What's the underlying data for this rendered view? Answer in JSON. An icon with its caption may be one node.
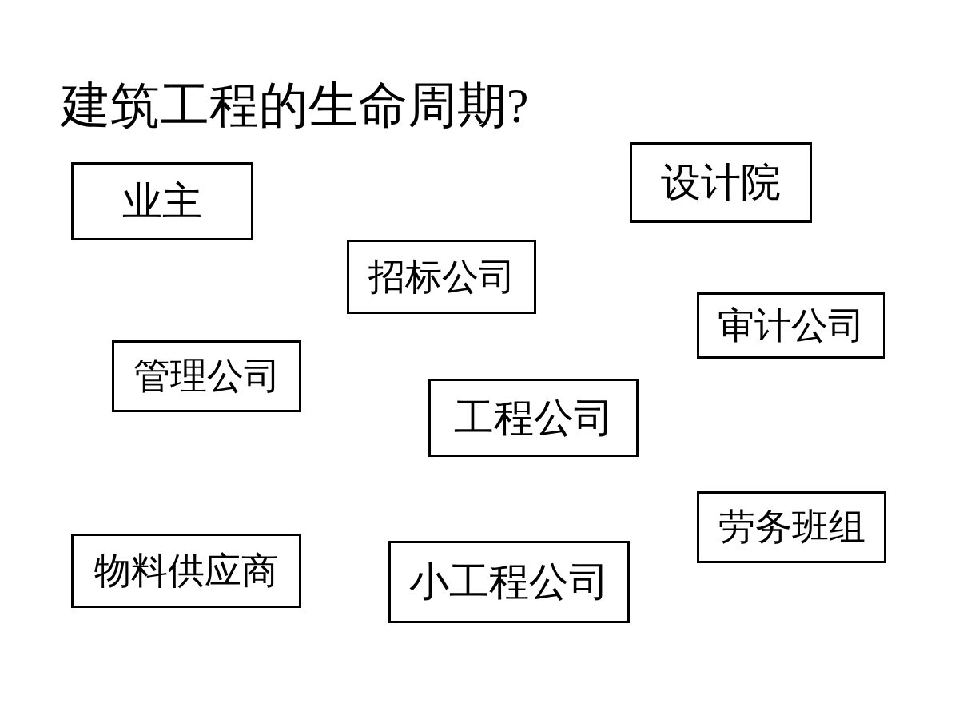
{
  "diagram": {
    "title": "建筑工程的生命周期?",
    "nodes": [
      {
        "text": [
          "业主"
        ]
      },
      {
        "text": [
          "设计院"
        ]
      },
      {
        "text": [
          "招标公司"
        ]
      },
      {
        "text": [
          "审计公司"
        ]
      },
      {
        "text": [
          "管理公司"
        ]
      },
      {
        "text": [
          "工程公司"
        ]
      },
      {
        "text": [
          "劳务班组"
        ]
      },
      {
        "text": [
          "物料供应商"
        ]
      },
      {
        "text": [
          "小工程公司"
        ]
      }
    ],
    "edges": []
  }
}
